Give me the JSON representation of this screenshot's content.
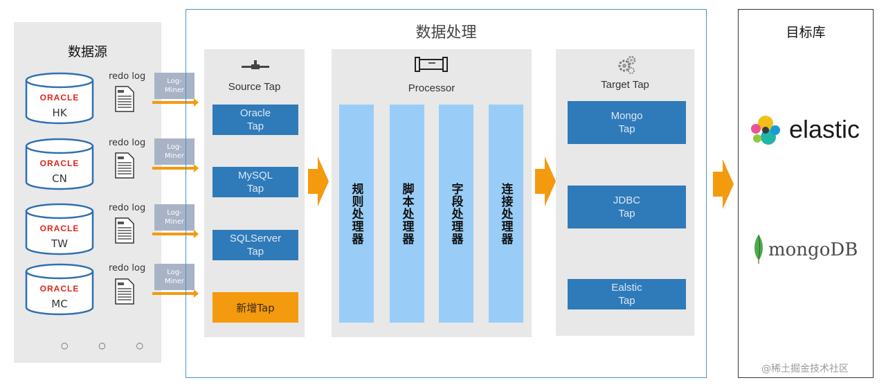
{
  "sources": {
    "title": "数据源",
    "databases": [
      {
        "brand": "ORACLE",
        "location": "HK"
      },
      {
        "brand": "ORACLE",
        "location": "CN"
      },
      {
        "brand": "ORACLE",
        "location": "TW"
      },
      {
        "brand": "ORACLE",
        "location": "MC"
      }
    ],
    "redo_label": "redo log",
    "logminer_label": "Log-\nMiner",
    "more": "○ ○ ○"
  },
  "processing": {
    "title": "数据处理",
    "source_tap": {
      "title": "Source Tap",
      "items": [
        "Oracle\nTap",
        "MySQL\nTap",
        "SQLServer\nTap"
      ],
      "new_item": "新增Tap"
    },
    "processor": {
      "title": "Processor",
      "bars": [
        "规则处理器",
        "脚本处理器",
        "字段处理器",
        "连接处理器"
      ]
    },
    "target_tap": {
      "title": "Target Tap",
      "items": [
        "Mongo\nTap",
        "JDBC\nTap",
        "Ealstic\nTap"
      ]
    }
  },
  "targets": {
    "title": "目标库",
    "elastic": "elastic",
    "mongo": "mongoDB"
  },
  "watermark": "@稀土掘金技术社区",
  "colors": {
    "tap_blue": "#2f7ab9",
    "processor_light_blue": "#99cdf7",
    "accent_orange": "#f49a0e",
    "oracle_red": "#e2231a",
    "frame_blue": "#4a90c2"
  }
}
